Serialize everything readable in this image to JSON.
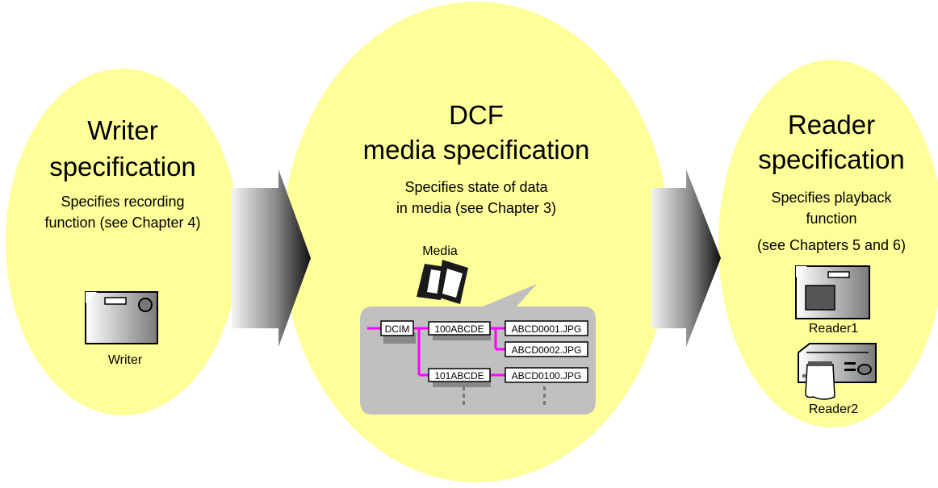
{
  "writer": {
    "title_line1": "Writer",
    "title_line2": "specification",
    "desc_line1": "Specifies recording",
    "desc_line2": "function (see Chapter 4)",
    "device_label": "Writer"
  },
  "dcf": {
    "title_line1": "DCF",
    "title_line2": "media specification",
    "desc_line1": "Specifies state of data",
    "desc_line2": "in media (see Chapter 3)",
    "media_label": "Media",
    "tree": {
      "root": "DCIM",
      "folder1": "100ABCDE",
      "folder2": "101ABCDE",
      "file1": "ABCD0001.JPG",
      "file2": "ABCD0002.JPG",
      "file3": "ABCD0100.JPG"
    }
  },
  "reader": {
    "title_line1": "Reader",
    "title_line2": "specification",
    "desc_line1": "Specifies playback",
    "desc_line2": "function",
    "desc_line3": "(see Chapters 5 and 6)",
    "device1_label": "Reader1",
    "device2_label": "Reader2"
  },
  "colors": {
    "ellipse_fill": "#ffff99",
    "tree_line": "#ff00ff",
    "callout_fill": "#c0c0c0"
  }
}
